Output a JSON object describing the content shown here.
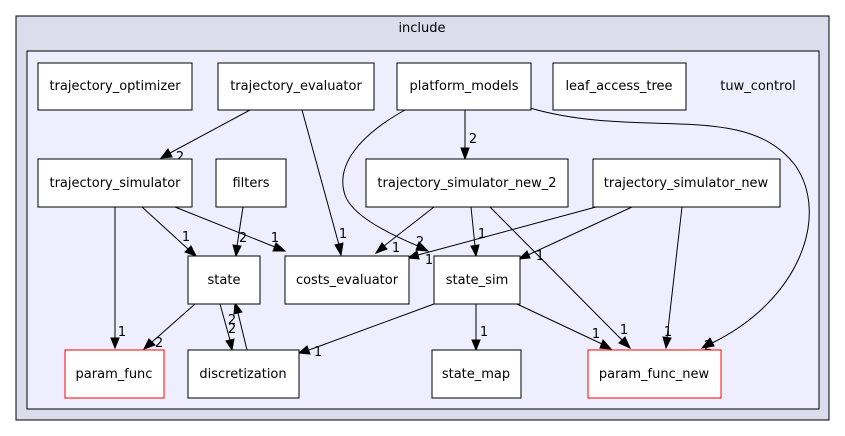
{
  "outer_cluster": {
    "label": "include"
  },
  "inner_cluster": {
    "label": "tuw_control"
  },
  "colors": {
    "outer_fill": "#dcdcec",
    "inner_fill": "#eeeeff",
    "node_fill": "#ffffff",
    "node_border": "#000000",
    "missing_border": "#ff0000"
  },
  "nodes": {
    "trajectory_optimizer": {
      "label": "trajectory_optimizer"
    },
    "trajectory_evaluator": {
      "label": "trajectory_evaluator"
    },
    "platform_models": {
      "label": "platform_models"
    },
    "leaf_access_tree": {
      "label": "leaf_access_tree"
    },
    "trajectory_simulator": {
      "label": "trajectory_simulator"
    },
    "filters": {
      "label": "filters"
    },
    "trajectory_simulator_new_2": {
      "label": "trajectory_simulator_new_2"
    },
    "trajectory_simulator_new": {
      "label": "trajectory_simulator_new"
    },
    "state": {
      "label": "state"
    },
    "costs_evaluator": {
      "label": "costs_evaluator"
    },
    "state_sim": {
      "label": "state_sim"
    },
    "param_func": {
      "label": "param_func"
    },
    "discretization": {
      "label": "discretization"
    },
    "state_map": {
      "label": "state_map"
    },
    "param_func_new": {
      "label": "param_func_new"
    }
  },
  "edges": [
    {
      "from": "trajectory_evaluator",
      "to": "trajectory_simulator",
      "label": "2"
    },
    {
      "from": "trajectory_evaluator",
      "to": "costs_evaluator",
      "label": "1"
    },
    {
      "from": "platform_models",
      "to": "trajectory_simulator_new_2",
      "label": "2"
    },
    {
      "from": "platform_models",
      "to": "state_sim",
      "label": "2"
    },
    {
      "from": "platform_models",
      "to": "param_func_new",
      "label": "2"
    },
    {
      "from": "trajectory_simulator",
      "to": "state",
      "label": "1"
    },
    {
      "from": "trajectory_simulator",
      "to": "costs_evaluator",
      "label": "1"
    },
    {
      "from": "trajectory_simulator",
      "to": "param_func",
      "label": "1"
    },
    {
      "from": "filters",
      "to": "state",
      "label": "2"
    },
    {
      "from": "trajectory_simulator_new_2",
      "to": "costs_evaluator",
      "label": "1"
    },
    {
      "from": "trajectory_simulator_new_2",
      "to": "state_sim",
      "label": "1"
    },
    {
      "from": "trajectory_simulator_new_2",
      "to": "param_func_new",
      "label": "1"
    },
    {
      "from": "trajectory_simulator_new",
      "to": "costs_evaluator",
      "label": "1"
    },
    {
      "from": "trajectory_simulator_new",
      "to": "state_sim",
      "label": "1"
    },
    {
      "from": "trajectory_simulator_new",
      "to": "param_func_new",
      "label": "1"
    },
    {
      "from": "state",
      "to": "param_func",
      "label": "2"
    },
    {
      "from": "state",
      "to": "discretization",
      "label": "2"
    },
    {
      "from": "discretization",
      "to": "state",
      "label": "2"
    },
    {
      "from": "state_sim",
      "to": "discretization",
      "label": "1"
    },
    {
      "from": "state_sim",
      "to": "state_map",
      "label": "1"
    },
    {
      "from": "state_sim",
      "to": "param_func_new",
      "label": "1"
    }
  ]
}
